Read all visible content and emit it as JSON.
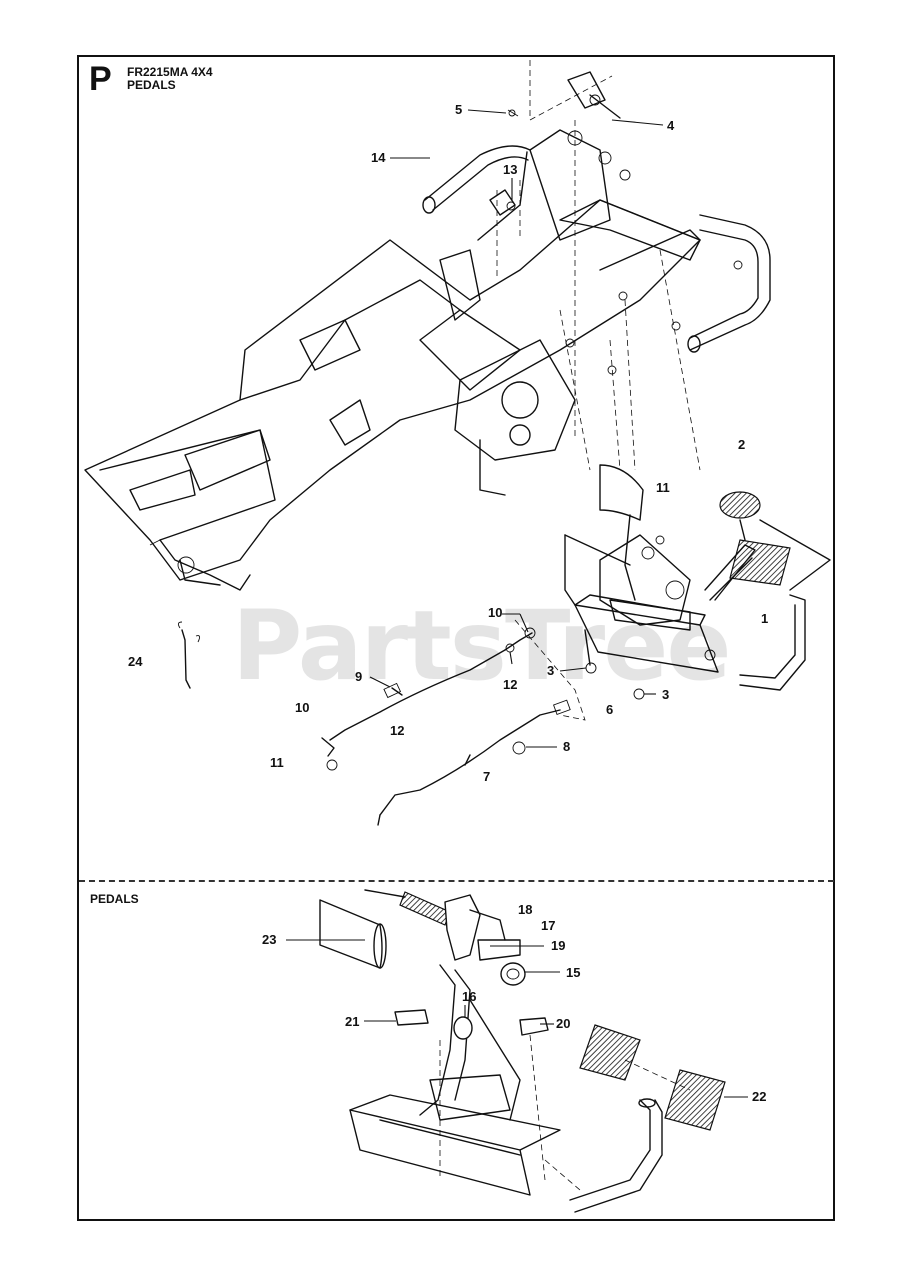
{
  "header": {
    "section_letter": "P",
    "model": "FR2215MA 4X4",
    "title": "PEDALS"
  },
  "lower_section": {
    "title": "PEDALS"
  },
  "watermark": "PartsTree",
  "callouts_upper": [
    "5",
    "4",
    "14",
    "13",
    "2",
    "11",
    "1",
    "10",
    "24",
    "3",
    "9",
    "12",
    "3",
    "10",
    "6",
    "12",
    "8",
    "11",
    "7"
  ],
  "callouts_lower": [
    "18",
    "17",
    "23",
    "19",
    "15",
    "16",
    "21",
    "20",
    "22"
  ],
  "colors": {
    "line": "#111111",
    "background": "#ffffff",
    "watermark": "#e6e6e6"
  }
}
